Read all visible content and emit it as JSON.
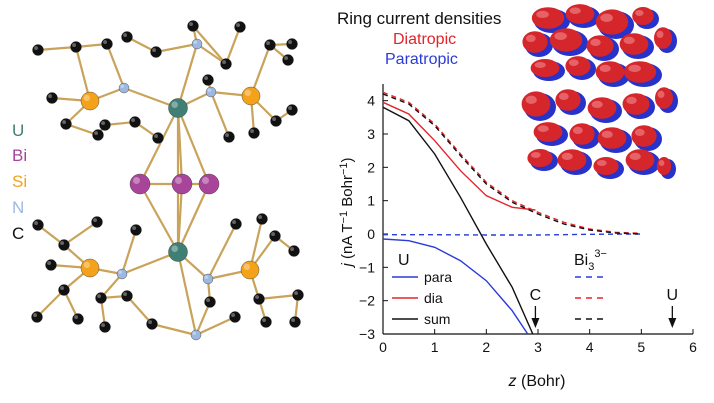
{
  "colors": {
    "uranium": "#3f7f74",
    "bismuth": "#a8449a",
    "silicon": "#f3a21a",
    "nitrogen": "#9db8e0",
    "carbon": "#111111",
    "bond": "#c9a35a",
    "dia": "#e3242b",
    "para": "#2b3bd8",
    "sum": "#111111",
    "surface_red": "#d5262c",
    "surface_blue": "#2632c9"
  },
  "legend_elements": [
    {
      "symbol": "U",
      "color": "#3f7f74"
    },
    {
      "symbol": "Bi",
      "color": "#a8449a"
    },
    {
      "symbol": "Si",
      "color": "#f3a21a"
    },
    {
      "symbol": "N",
      "color": "#9db8e0"
    },
    {
      "symbol": "C",
      "color": "#111111"
    }
  ],
  "ring_current": {
    "title": "Ring current densities",
    "dia_label": "Diatropic",
    "para_label": "Paratropic"
  },
  "chart_data": {
    "type": "line",
    "xlabel": "z (Bohr)",
    "ylabel": "j (nA T⁻¹ Bohr⁻¹)",
    "xlim": [
      0,
      6
    ],
    "ylim": [
      -3,
      4.5
    ],
    "xticks": [
      0,
      1,
      2,
      3,
      4,
      5,
      6
    ],
    "yticks": [
      -3,
      -2,
      -1,
      0,
      1,
      2,
      3,
      4
    ],
    "legend": {
      "U_header": "U",
      "Bi_header": "Bi",
      "Bi_sub": "3",
      "Bi_sup": "3−",
      "entries": [
        "para",
        "dia",
        "sum"
      ]
    },
    "markers": [
      {
        "label": "C",
        "x": 2.95
      },
      {
        "label": "U",
        "x": 5.6
      }
    ],
    "series": [
      {
        "name": "para",
        "group": "U",
        "style": "solid",
        "x": [
          0,
          0.5,
          1.0,
          1.5,
          2.0,
          2.5,
          2.8
        ],
        "y": [
          -0.15,
          -0.2,
          -0.4,
          -0.8,
          -1.4,
          -2.3,
          -3.0
        ]
      },
      {
        "name": "dia",
        "group": "U",
        "style": "solid",
        "x": [
          0,
          0.5,
          1.0,
          1.5,
          2.0,
          2.5,
          2.95
        ],
        "y": [
          3.95,
          3.6,
          2.8,
          1.9,
          1.15,
          0.8,
          0.72
        ]
      },
      {
        "name": "sum",
        "group": "U",
        "style": "solid",
        "x": [
          0,
          0.5,
          1.0,
          1.5,
          2.0,
          2.5,
          2.9
        ],
        "y": [
          3.8,
          3.4,
          2.4,
          1.1,
          -0.3,
          -1.6,
          -3.0
        ]
      },
      {
        "name": "para",
        "group": "Bi",
        "style": "dashed",
        "x": [
          0,
          1,
          2,
          3,
          4,
          5
        ],
        "y": [
          -0.02,
          -0.02,
          -0.03,
          -0.03,
          -0.01,
          0.0
        ]
      },
      {
        "name": "dia",
        "group": "Bi",
        "style": "dashed",
        "x": [
          0,
          0.5,
          1.0,
          1.5,
          2.0,
          2.5,
          3.0,
          3.5,
          4.0,
          4.5,
          5.0
        ],
        "y": [
          4.25,
          3.95,
          3.3,
          2.4,
          1.55,
          1.0,
          0.65,
          0.35,
          0.15,
          0.05,
          0.02
        ]
      },
      {
        "name": "sum",
        "group": "Bi",
        "style": "dashed",
        "x": [
          0,
          0.5,
          1.0,
          1.5,
          2.0,
          2.5,
          3.0,
          3.5,
          4.0,
          4.5,
          5.0
        ],
        "y": [
          4.2,
          3.9,
          3.25,
          2.35,
          1.5,
          0.95,
          0.6,
          0.3,
          0.12,
          0.03,
          0.0
        ]
      }
    ]
  }
}
